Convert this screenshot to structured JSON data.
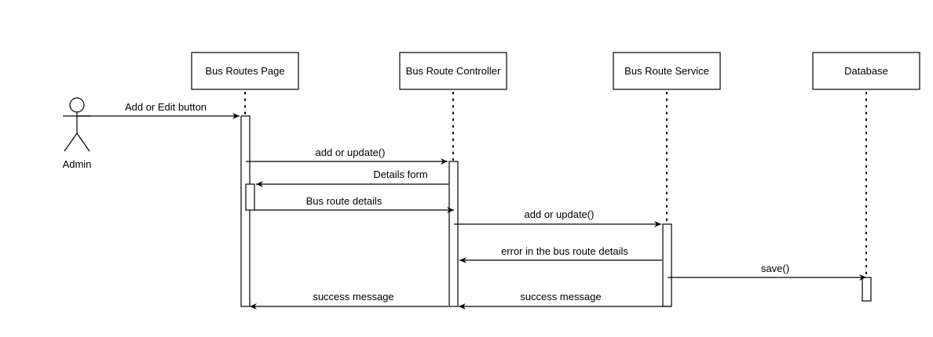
{
  "actor": {
    "label": "Admin"
  },
  "participants": [
    {
      "id": "page",
      "label": "Bus Routes Page"
    },
    {
      "id": "controller",
      "label": "Bus Route Controller"
    },
    {
      "id": "service",
      "label": "Bus Route Service"
    },
    {
      "id": "db",
      "label": "Database"
    }
  ],
  "messages": [
    {
      "label": "Add or Edit button",
      "from": "actor",
      "to": "page"
    },
    {
      "label": "add or update()",
      "from": "page",
      "to": "controller"
    },
    {
      "label": "Details form",
      "from": "controller",
      "to": "page"
    },
    {
      "label": "Bus route details",
      "from": "page",
      "to": "controller"
    },
    {
      "label": "add or update()",
      "from": "controller",
      "to": "service"
    },
    {
      "label": "error in the bus route details",
      "from": "service",
      "to": "controller"
    },
    {
      "label": "save()",
      "from": "service",
      "to": "db"
    },
    {
      "label": "success message",
      "from": "controller",
      "to": "page"
    },
    {
      "label": "success message",
      "from": "service",
      "to": "controller"
    }
  ]
}
